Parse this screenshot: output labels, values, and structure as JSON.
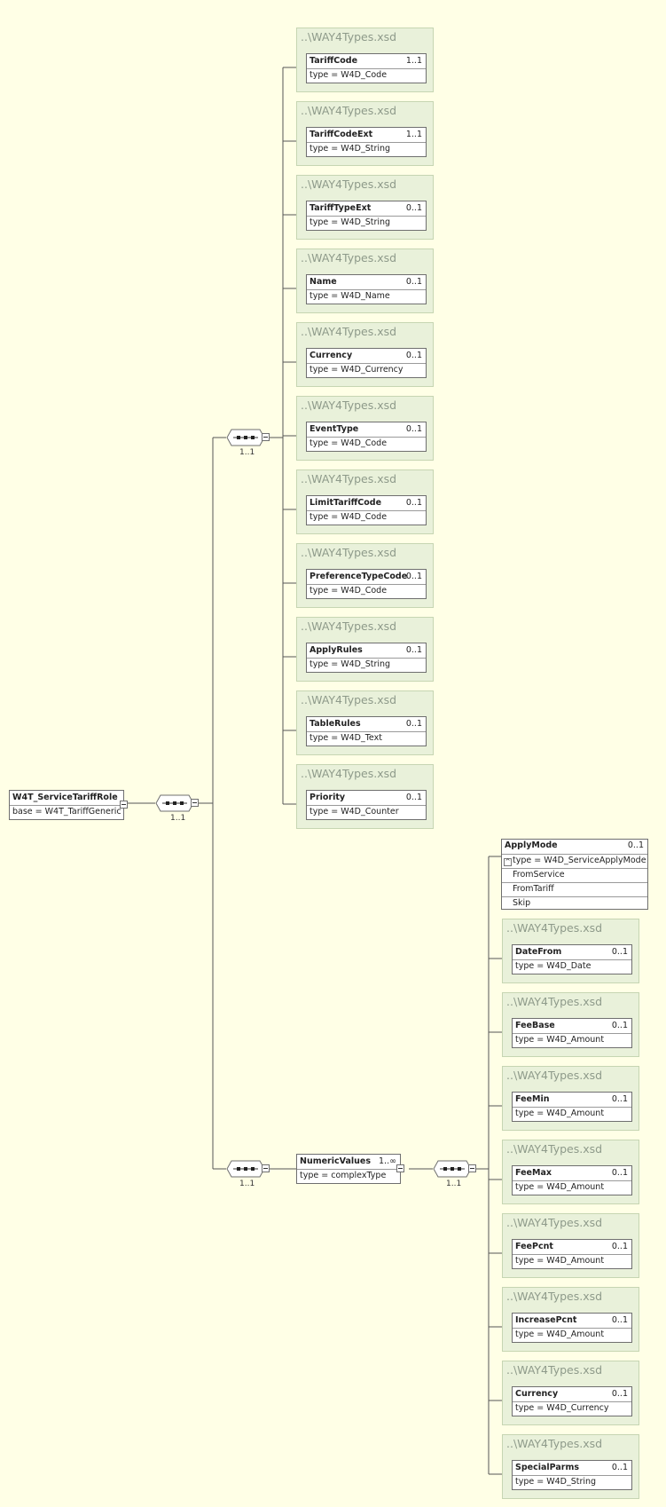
{
  "root": {
    "name": "W4T_ServiceTariffRole",
    "type": "base = W4T_TariffGeneric"
  },
  "seq_root": {
    "occ": "1..1"
  },
  "seq_a": {
    "occ": "1..1"
  },
  "seq_b": {
    "occ": "1..1"
  },
  "seq_c": {
    "occ": "1..1"
  },
  "source": "..\\WAY4Types.xsd",
  "group_a": [
    {
      "name": "TariffCode",
      "occ": "1..1",
      "type": "type = W4D_Code"
    },
    {
      "name": "TariffCodeExt",
      "occ": "1..1",
      "type": "type = W4D_String"
    },
    {
      "name": "TariffTypeExt",
      "occ": "0..1",
      "type": "type = W4D_String"
    },
    {
      "name": "Name",
      "occ": "0..1",
      "type": "type = W4D_Name"
    },
    {
      "name": "Currency",
      "occ": "0..1",
      "type": "type = W4D_Currency"
    },
    {
      "name": "EventType",
      "occ": "0..1",
      "type": "type = W4D_Code"
    },
    {
      "name": "LimitTariffCode",
      "occ": "0..1",
      "type": "type = W4D_Code"
    },
    {
      "name": "PreferenceTypeCode",
      "occ": "0..1",
      "type": "type = W4D_Code"
    },
    {
      "name": "ApplyRules",
      "occ": "0..1",
      "type": "type = W4D_String"
    },
    {
      "name": "TableRules",
      "occ": "0..1",
      "type": "type = W4D_Text"
    },
    {
      "name": "Priority",
      "occ": "0..1",
      "type": "type = W4D_Counter"
    }
  ],
  "numeric_values": {
    "name": "NumericValues",
    "occ": "1..∞",
    "type": "type = complexType"
  },
  "apply_mode": {
    "name": "ApplyMode",
    "occ": "0..1",
    "type": "type = W4D_ServiceApplyMode",
    "enum": [
      "FromService",
      "FromTariff",
      "Skip"
    ]
  },
  "group_b": [
    {
      "name": "DateFrom",
      "occ": "0..1",
      "type": "type = W4D_Date"
    },
    {
      "name": "FeeBase",
      "occ": "0..1",
      "type": "type = W4D_Amount"
    },
    {
      "name": "FeeMin",
      "occ": "0..1",
      "type": "type = W4D_Amount"
    },
    {
      "name": "FeeMax",
      "occ": "0..1",
      "type": "type = W4D_Amount"
    },
    {
      "name": "FeePcnt",
      "occ": "0..1",
      "type": "type = W4D_Amount"
    },
    {
      "name": "IncreasePcnt",
      "occ": "0..1",
      "type": "type = W4D_Amount"
    },
    {
      "name": "Currency",
      "occ": "0..1",
      "type": "type = W4D_Currency"
    },
    {
      "name": "SpecialParms",
      "occ": "0..1",
      "type": "type = W4D_String"
    }
  ]
}
